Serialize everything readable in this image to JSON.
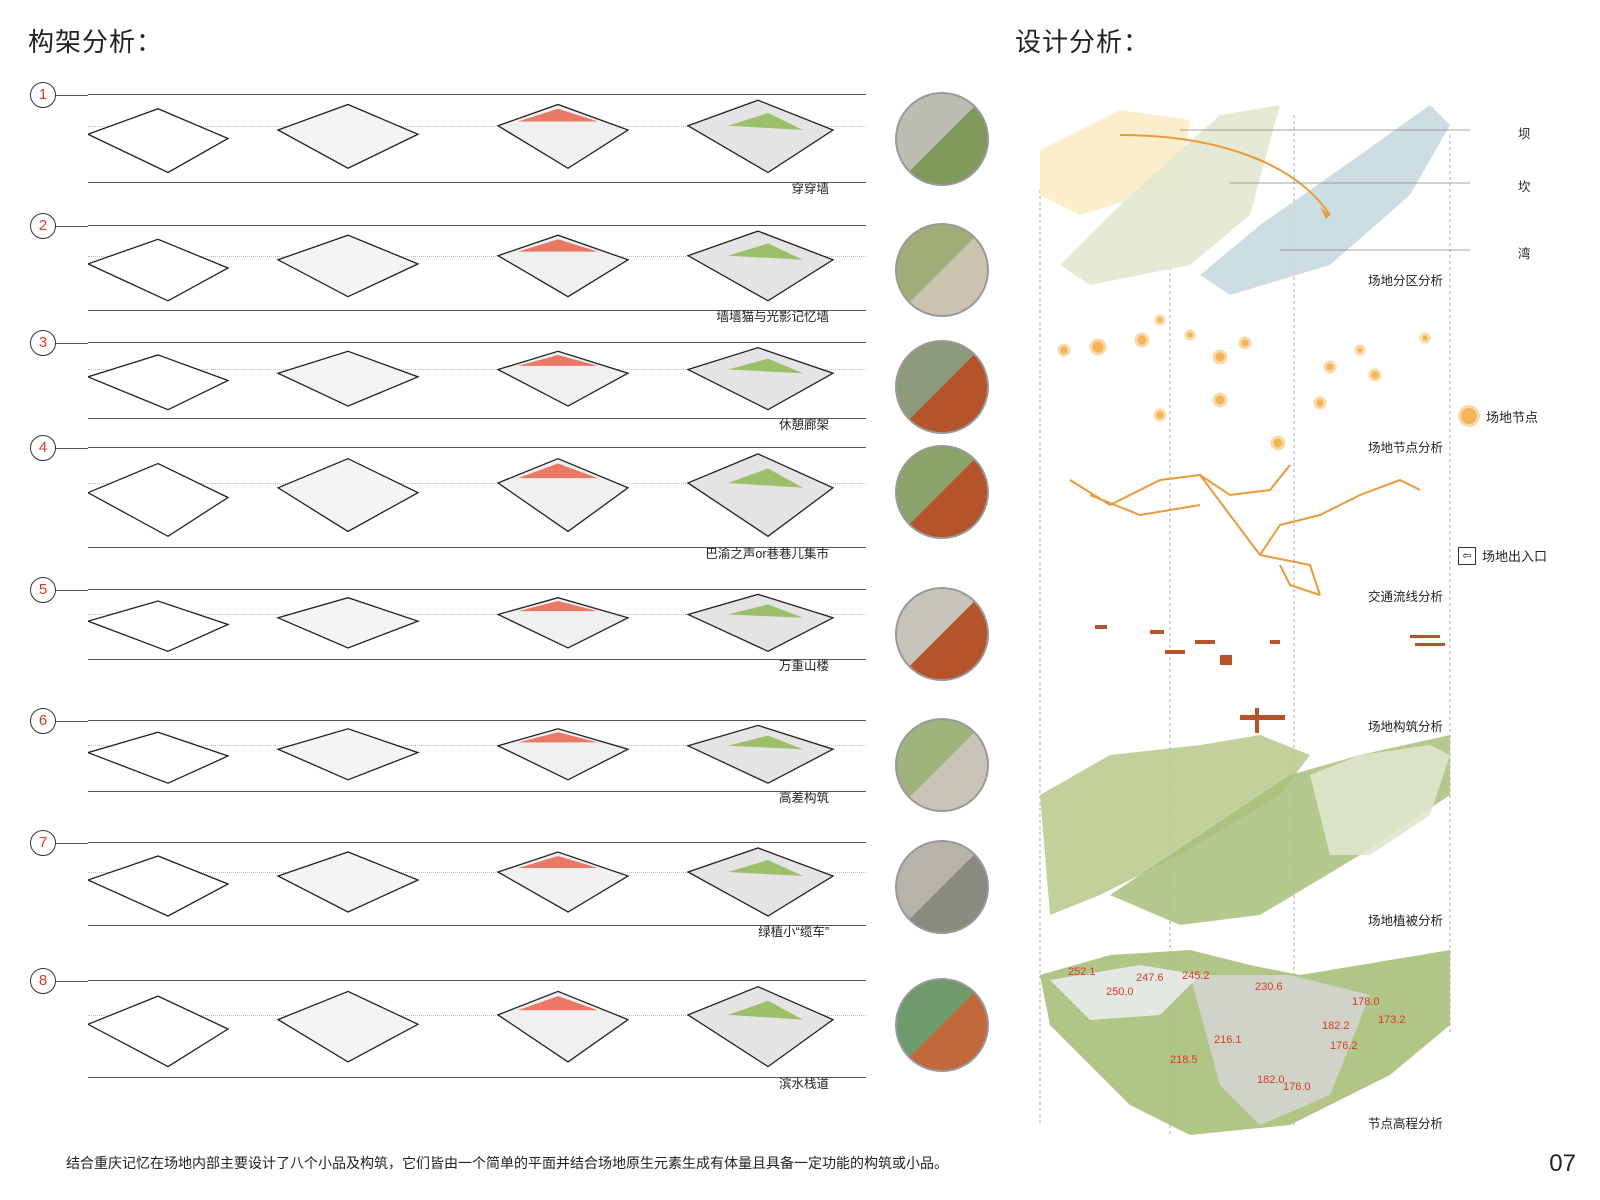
{
  "left": {
    "title": "构架分析：",
    "rows": [
      {
        "num": "1",
        "caption": "穿穿墙"
      },
      {
        "num": "2",
        "caption": "墙墙猫与光影记忆墙"
      },
      {
        "num": "3",
        "caption": "休憩廊架"
      },
      {
        "num": "4",
        "caption": "巴渝之声or巷巷儿集市"
      },
      {
        "num": "5",
        "caption": "万重山楼"
      },
      {
        "num": "6",
        "caption": "高差构筑"
      },
      {
        "num": "7",
        "caption": "绿植小“缆车”"
      },
      {
        "num": "8",
        "caption": "滨水栈道"
      }
    ],
    "footnote": "结合重庆记忆在场地内部主要设计了八个小品及构筑，它们皆由一个简单的平面并结合场地原生元素生成有体量且具备一定功能的构筑或小品。"
  },
  "right": {
    "title": "设计分析：",
    "zones": [
      "坝",
      "坎",
      "湾"
    ],
    "layers": [
      "场地分区分析",
      "场地节点分析",
      "交通流线分析",
      "场地构筑分析",
      "场地植被分析",
      "节点高程分析"
    ],
    "legend_node": "场地节点",
    "legend_entry": "场地出入口",
    "elevations": [
      "252.1",
      "250.0",
      "247.6",
      "245.2",
      "230.6",
      "178.0",
      "182.2",
      "173.2",
      "176.2",
      "216.1",
      "218.5",
      "182.0",
      "176.0"
    ]
  },
  "page_number": "07"
}
